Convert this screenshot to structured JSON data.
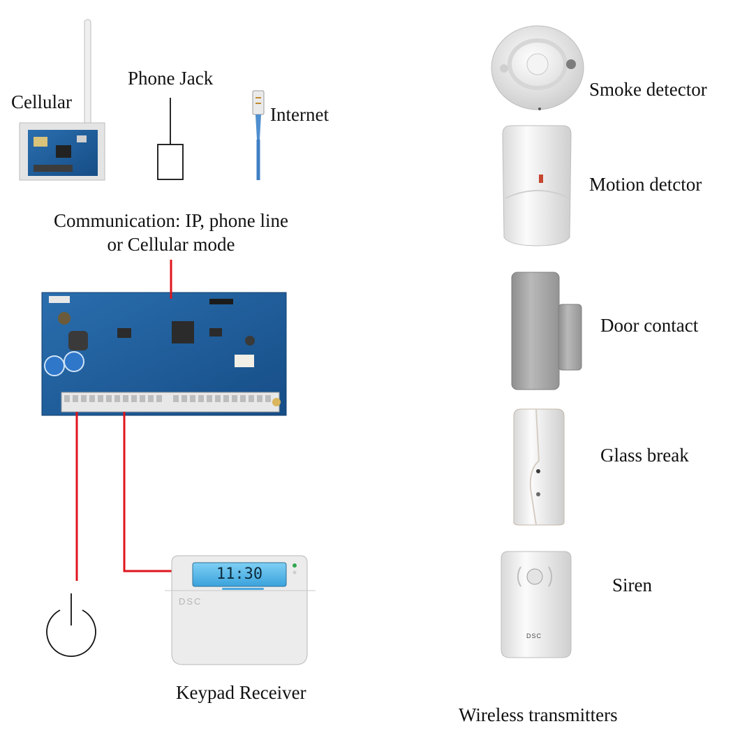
{
  "labels": {
    "cellular": "Cellular",
    "phone_jack": "Phone Jack",
    "internet": "Internet",
    "communication_line1": "Communication:  IP,  phone line",
    "communication_line2": "or Cellular mode",
    "keypad_receiver": "Keypad Receiver",
    "smoke_detector": "Smoke detector",
    "motion_detector": "Motion detctor",
    "door_contact": "Door contact",
    "glass_break": "Glass break",
    "siren": "Siren",
    "wireless_transmitters": "Wireless transmitters"
  },
  "keypad_display": "11:30",
  "brand_text": "DSC",
  "colors": {
    "wire": "#e0141c",
    "pcb_blue": "#1f5e9c",
    "keypad_lcd": "#56b6e8",
    "device_white": "#eeeeee",
    "device_gray": "#a8a8a8"
  }
}
